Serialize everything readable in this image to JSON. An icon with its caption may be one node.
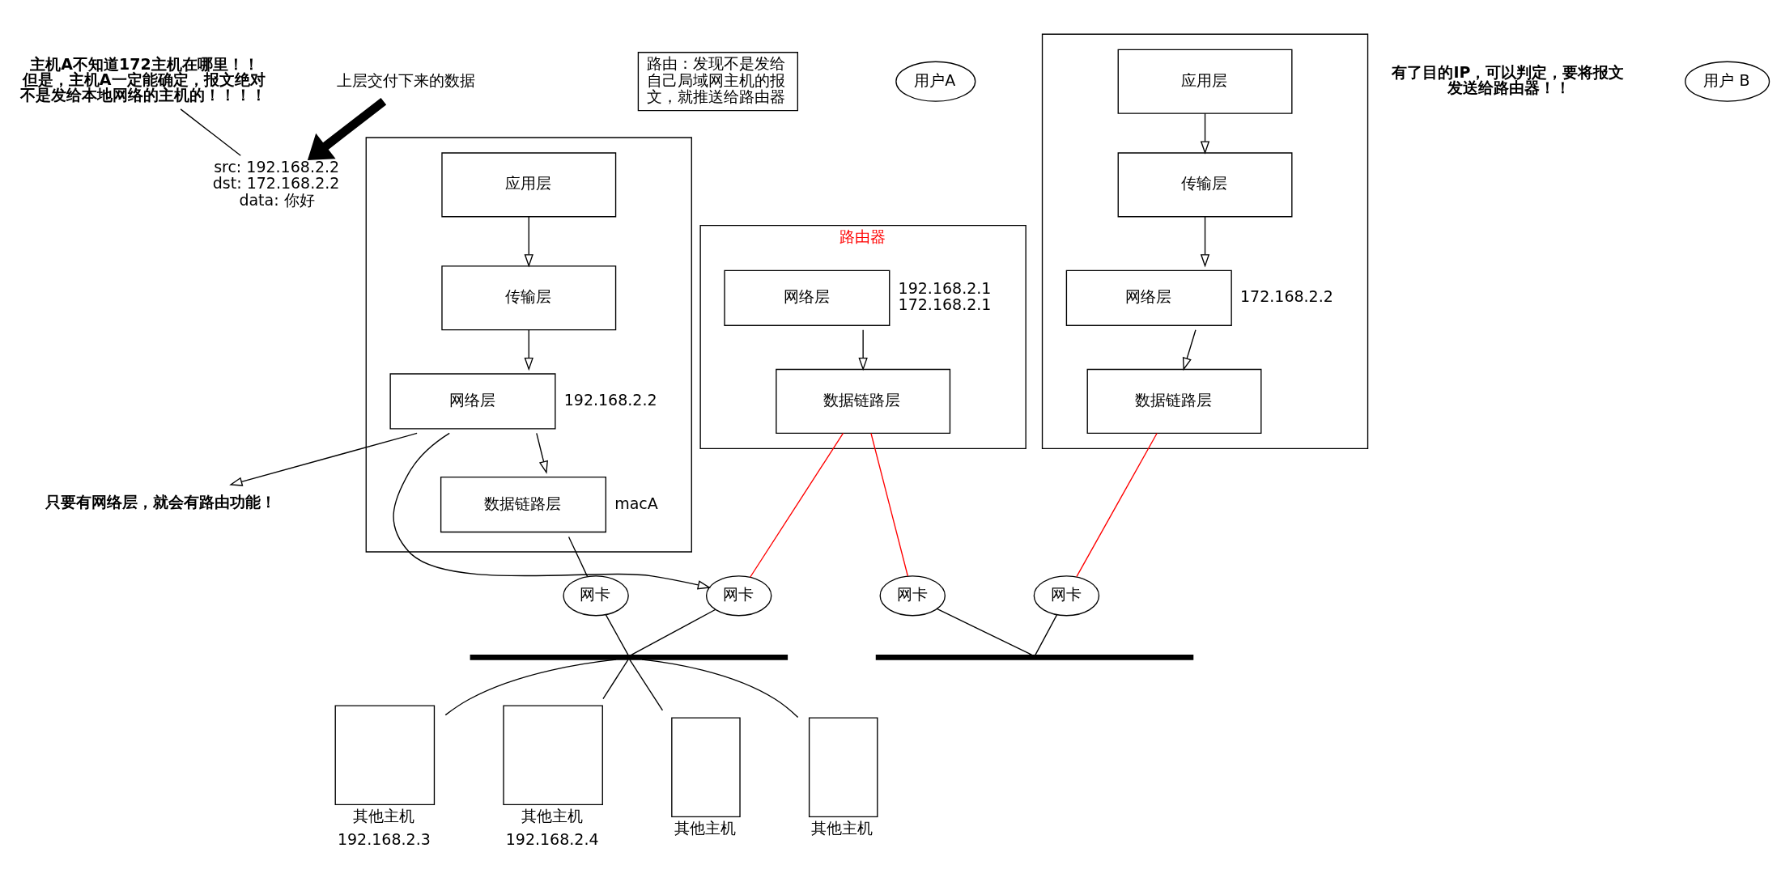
{
  "diagram": {
    "nodes": [
      {
        "text": [
          "主机A不知道172主机在哪里！！但是，主机A一定能确定，报文绝对不是发给本地网络的主机的！！！！"
        ]
      },
      {
        "text": [
          "上层交付下来的数据"
        ]
      },
      {
        "text": [
          "src: 192.168.2.2",
          "dst: 172.168.2.2",
          "data: 你好"
        ]
      },
      {
        "text": [
          "路由：发现不是发给自己局域网主机的报文，就推送给路由器"
        ]
      },
      {
        "text": [
          "用户A"
        ]
      },
      {
        "text": [],
        "shape": "box"
      },
      {
        "text": [
          "应用层"
        ],
        "in": 5
      },
      {
        "text": [
          "传输层"
        ],
        "in": 5
      },
      {
        "text": [
          "网络层"
        ],
        "in": 5,
        "beside": [
          "192.168.2.2"
        ]
      },
      {
        "text": [
          "数据链路层"
        ],
        "in": 5,
        "beside": [
          "macA"
        ]
      },
      {
        "text": [
          "网卡"
        ]
      },
      {
        "text": [
          "只要有网络层，就会有路由功能！"
        ]
      },
      {
        "text": [
          "有了目的IP，可以判定，要将报文发送给路由器！！"
        ]
      },
      {
        "text": [
          "路由器"
        ]
      },
      {
        "text": [
          "网络层"
        ],
        "in": 13,
        "beside": [
          "192.168.2.1",
          "172.168.2.1"
        ]
      },
      {
        "text": [
          "数据链路层"
        ],
        "in": 13
      },
      {
        "text": [
          "网卡"
        ]
      },
      {
        "text": [
          "网卡"
        ]
      },
      {
        "text": [
          "用户 B"
        ]
      },
      {
        "text": [],
        "shape": "box"
      },
      {
        "text": [
          "应用层"
        ],
        "in": 19
      },
      {
        "text": [
          "传输层"
        ],
        "in": 19
      },
      {
        "text": [
          "网络层"
        ],
        "in": 19,
        "beside": [
          "172.168.2.2"
        ]
      },
      {
        "text": [
          "数据链路层"
        ],
        "in": 19
      },
      {
        "text": [
          "网卡"
        ]
      },
      {
        "text": [],
        "shape": "bar"
      },
      {
        "text": [],
        "shape": "bar"
      },
      {
        "text": [
          "其他主机"
        ],
        "beside": [
          "192.168.2.3"
        ]
      },
      {
        "text": [
          "其他主机"
        ],
        "beside": [
          "192.168.2.4"
        ]
      },
      {
        "text": [
          "其他主机"
        ]
      },
      {
        "text": [
          "其他主机"
        ]
      }
    ],
    "edges": [
      {
        "from": 0,
        "to": 2,
        "arrow": "none"
      },
      {
        "from": 1,
        "to": 2,
        "arrow": "to",
        "style": "thick"
      },
      {
        "from": 6,
        "to": 7,
        "arrow": "to"
      },
      {
        "from": 7,
        "to": 8,
        "arrow": "to"
      },
      {
        "from": 8,
        "to": 9,
        "arrow": "to"
      },
      {
        "from": 8,
        "to": 11,
        "arrow": "to"
      },
      {
        "from": 9,
        "to": 16,
        "arrow": "none"
      },
      {
        "from": 8,
        "to": 10,
        "arrow": "to"
      },
      {
        "from": 14,
        "to": 15,
        "arrow": "to"
      },
      {
        "from": 15,
        "to": 10,
        "arrow": "none",
        "color": "#ff0000"
      },
      {
        "from": 15,
        "to": 17,
        "arrow": "none",
        "color": "#ff0000"
      },
      {
        "from": 20,
        "to": 21,
        "arrow": "to"
      },
      {
        "from": 21,
        "to": 22,
        "arrow": "to"
      },
      {
        "from": 22,
        "to": 23,
        "arrow": "to"
      },
      {
        "from": 23,
        "to": 24,
        "arrow": "none",
        "color": "#ff0000"
      },
      {
        "from": 16,
        "to": 25,
        "arrow": "none"
      },
      {
        "from": 10,
        "to": 25,
        "arrow": "none"
      },
      {
        "from": 17,
        "to": 26,
        "arrow": "none"
      },
      {
        "from": 24,
        "to": 26,
        "arrow": "none"
      },
      {
        "from": 25,
        "to": 27,
        "arrow": "none"
      },
      {
        "from": 25,
        "to": 28,
        "arrow": "none"
      },
      {
        "from": 25,
        "to": 29,
        "arrow": "none"
      },
      {
        "from": 25,
        "to": 30,
        "arrow": "none"
      }
    ]
  }
}
